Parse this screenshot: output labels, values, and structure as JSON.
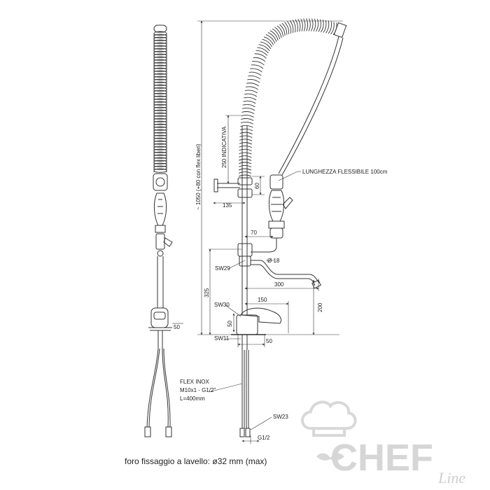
{
  "diagram": {
    "dimensions": {
      "total_height": "~ 1050 (+80 con flex liberi)",
      "hose_height": "250 INDICATIVA",
      "hose_length": "LUNGHEZZA FLESSIBILE 100cm",
      "bracket_offset": "135",
      "bracket_height": "60",
      "spout_offset": "70",
      "spout_diameter": "Ø 18",
      "spout_reach": "300",
      "mixer_width": "150",
      "spout_height": "200",
      "base_to_spout": "325",
      "lever_height": "50",
      "base_width": "50",
      "side_base_width": "50"
    },
    "labels": {
      "sw29": "SW29",
      "sw30": "SW30",
      "sw11": "SW11",
      "sw23": "SW23",
      "g12": "G1/2",
      "flex_line1": "FLEX INOX",
      "flex_line2": "M10x1 - G1/2\"",
      "flex_line3": "L=400mm"
    },
    "caption": "foro fissaggio a lavello: ø32 mm (max)"
  },
  "logo": {
    "brand": "CHEF",
    "sub": "Line"
  }
}
